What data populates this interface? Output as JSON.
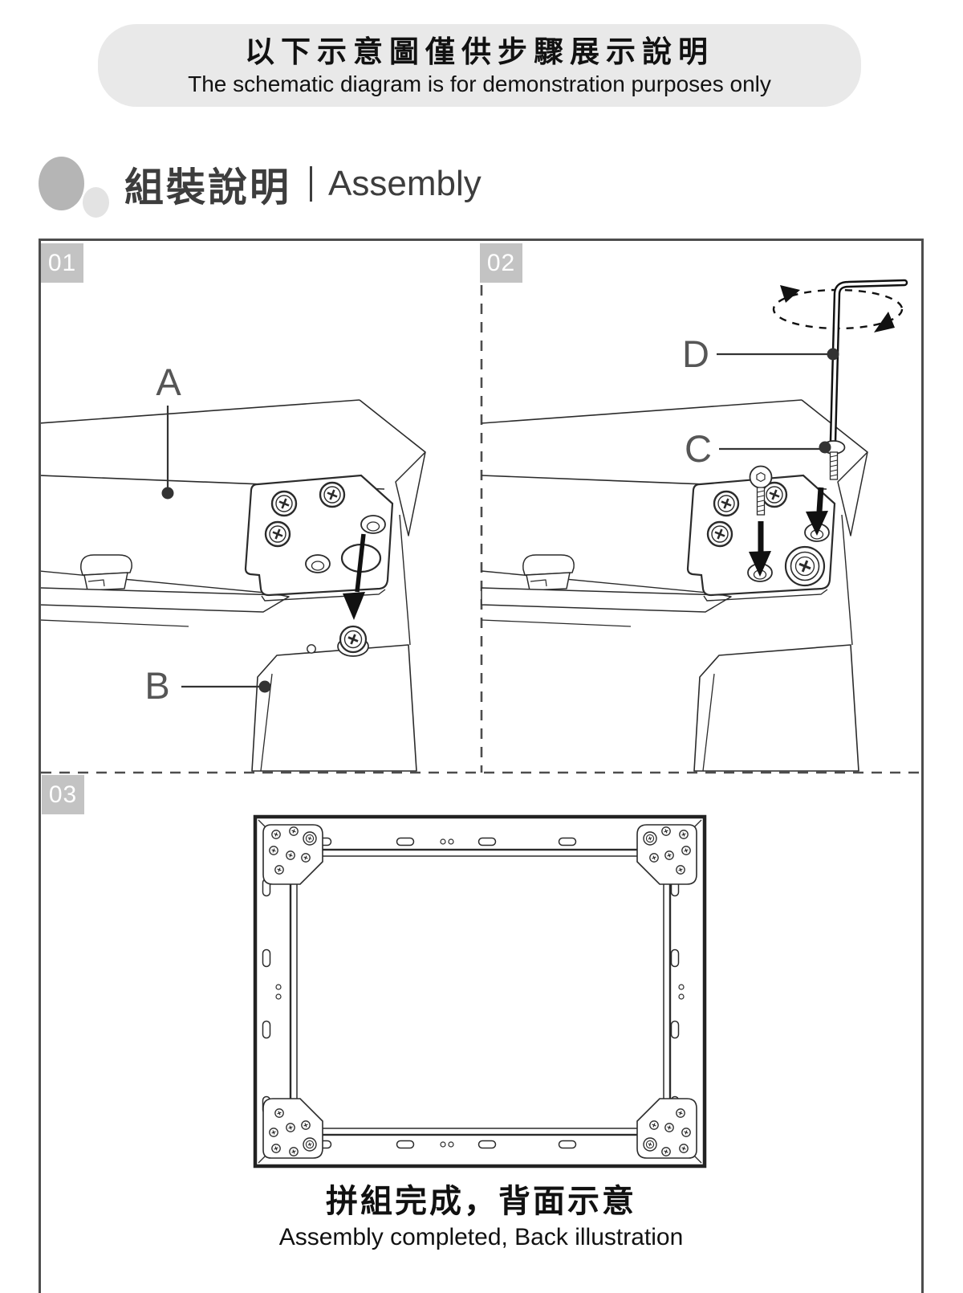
{
  "banner": {
    "line1_zh": "以下示意圖僅供步驟展示說明",
    "line2_en": "The schematic diagram is for demonstration purposes only"
  },
  "section_header": {
    "title_zh": "組裝說明",
    "title_en": "Assembly"
  },
  "steps": [
    {
      "number": "01"
    },
    {
      "number": "02"
    },
    {
      "number": "03"
    }
  ],
  "part_labels": {
    "a": "A",
    "b": "B",
    "c": "C",
    "d": "D"
  },
  "step3_caption": {
    "line1_zh": "拼組完成，背面示意",
    "line2_en": "Assembly completed, Back illustration"
  },
  "colors": {
    "banner_bg": "#e9e9e9",
    "badge_bg": "#c3c3c3",
    "box_border": "#4d4d4d",
    "line_art": "#2b2b2b",
    "label_text": "#565656"
  }
}
